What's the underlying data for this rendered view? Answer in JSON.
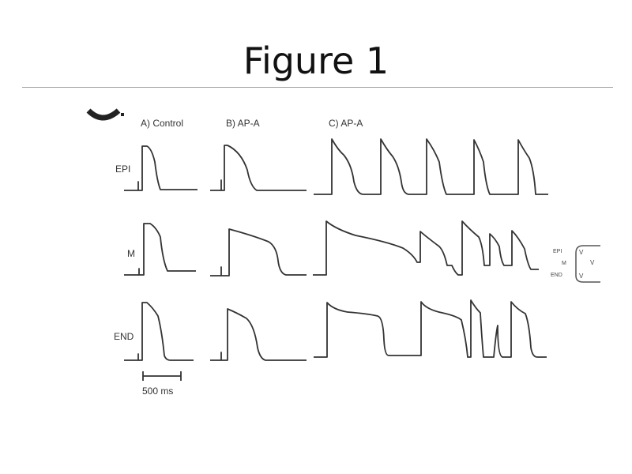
{
  "slide": {
    "title": "Figure 1"
  },
  "figure": {
    "panel_letter": "C.",
    "columns": [
      "A) Control",
      "B) AP-A",
      "C) AP-A"
    ],
    "rows": [
      "EPI",
      "M",
      "END"
    ],
    "scale_bar": "500 ms",
    "inset": {
      "labels": [
        "EPI",
        "M",
        "END"
      ],
      "marks": [
        "V",
        "V",
        "V"
      ]
    }
  }
}
